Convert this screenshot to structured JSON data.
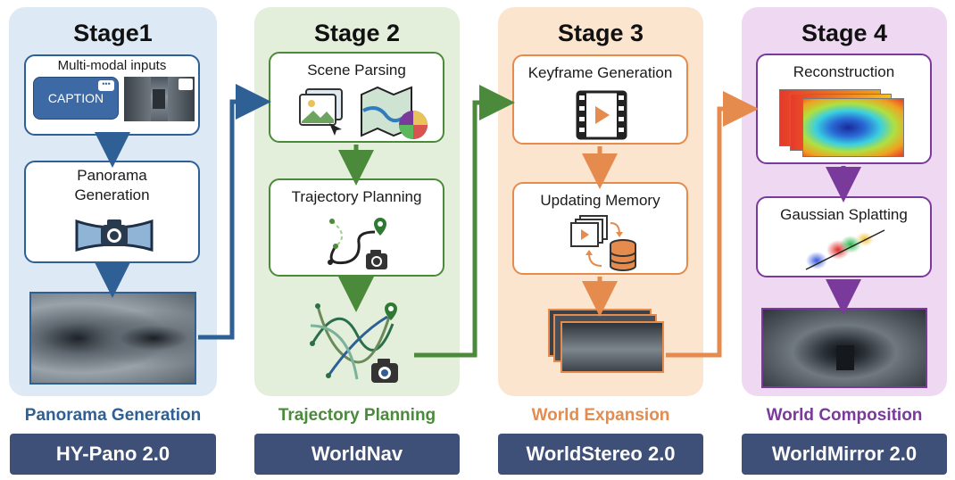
{
  "stages": [
    {
      "title": "Stage1",
      "sublabel": "Panorama Generation",
      "model": "HY-Pano 2.0",
      "color": "#2e5f95"
    },
    {
      "title": "Stage 2",
      "sublabel": "Trajectory Planning",
      "model": "WorldNav",
      "color": "#4a8a3a"
    },
    {
      "title": "Stage 3",
      "sublabel": "World Expansion",
      "model": "WorldStereo 2.0",
      "color": "#e48b4d"
    },
    {
      "title": "Stage 4",
      "sublabel": "World Composition",
      "model": "WorldMirror 2.0",
      "color": "#7a3a9c"
    }
  ],
  "stage1": {
    "inputs": "Multi-modal inputs",
    "caption": "CAPTION",
    "pano_box": "Panorama Generation"
  },
  "stage2": {
    "parse_box": "Scene Parsing",
    "plan_box": "Trajectory Planning"
  },
  "stage3": {
    "key_box": "Keyframe Generation",
    "mem_box": "Updating Memory"
  },
  "stage4": {
    "recon_box": "Reconstruction",
    "gs_box": "Gaussian Splatting"
  }
}
